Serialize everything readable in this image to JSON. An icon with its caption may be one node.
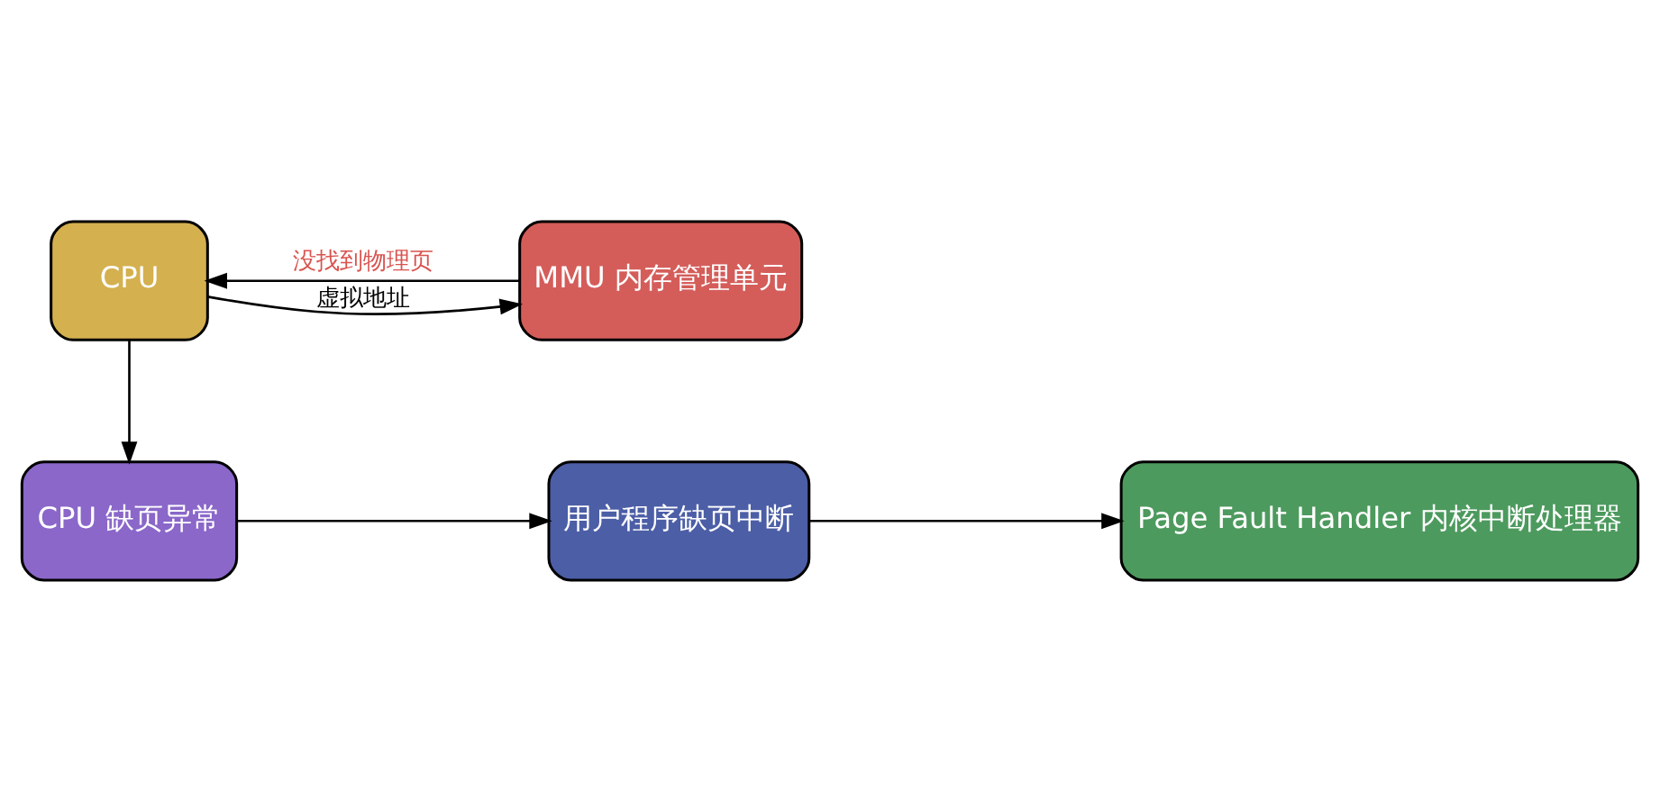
{
  "diagram": {
    "nodes": [
      {
        "text": [
          "CPU"
        ]
      },
      {
        "text": [
          "MMU 内存管理单元"
        ]
      },
      {
        "text": [
          "CPU 缺页异常"
        ]
      },
      {
        "text": [
          "用户程序缺页中断"
        ]
      },
      {
        "text": [
          "Page Fault Handler 内核中断处理器"
        ]
      }
    ],
    "edges": [
      {
        "from": 0,
        "to": 1,
        "arrow": "to",
        "label": "虚拟地址"
      },
      {
        "from": 1,
        "to": 0,
        "arrow": "to",
        "label": "没找到物理页"
      },
      {
        "from": 0,
        "to": 2,
        "arrow": "to"
      },
      {
        "from": 2,
        "to": 3,
        "arrow": "to"
      },
      {
        "from": 3,
        "to": 4,
        "arrow": "to"
      }
    ]
  }
}
